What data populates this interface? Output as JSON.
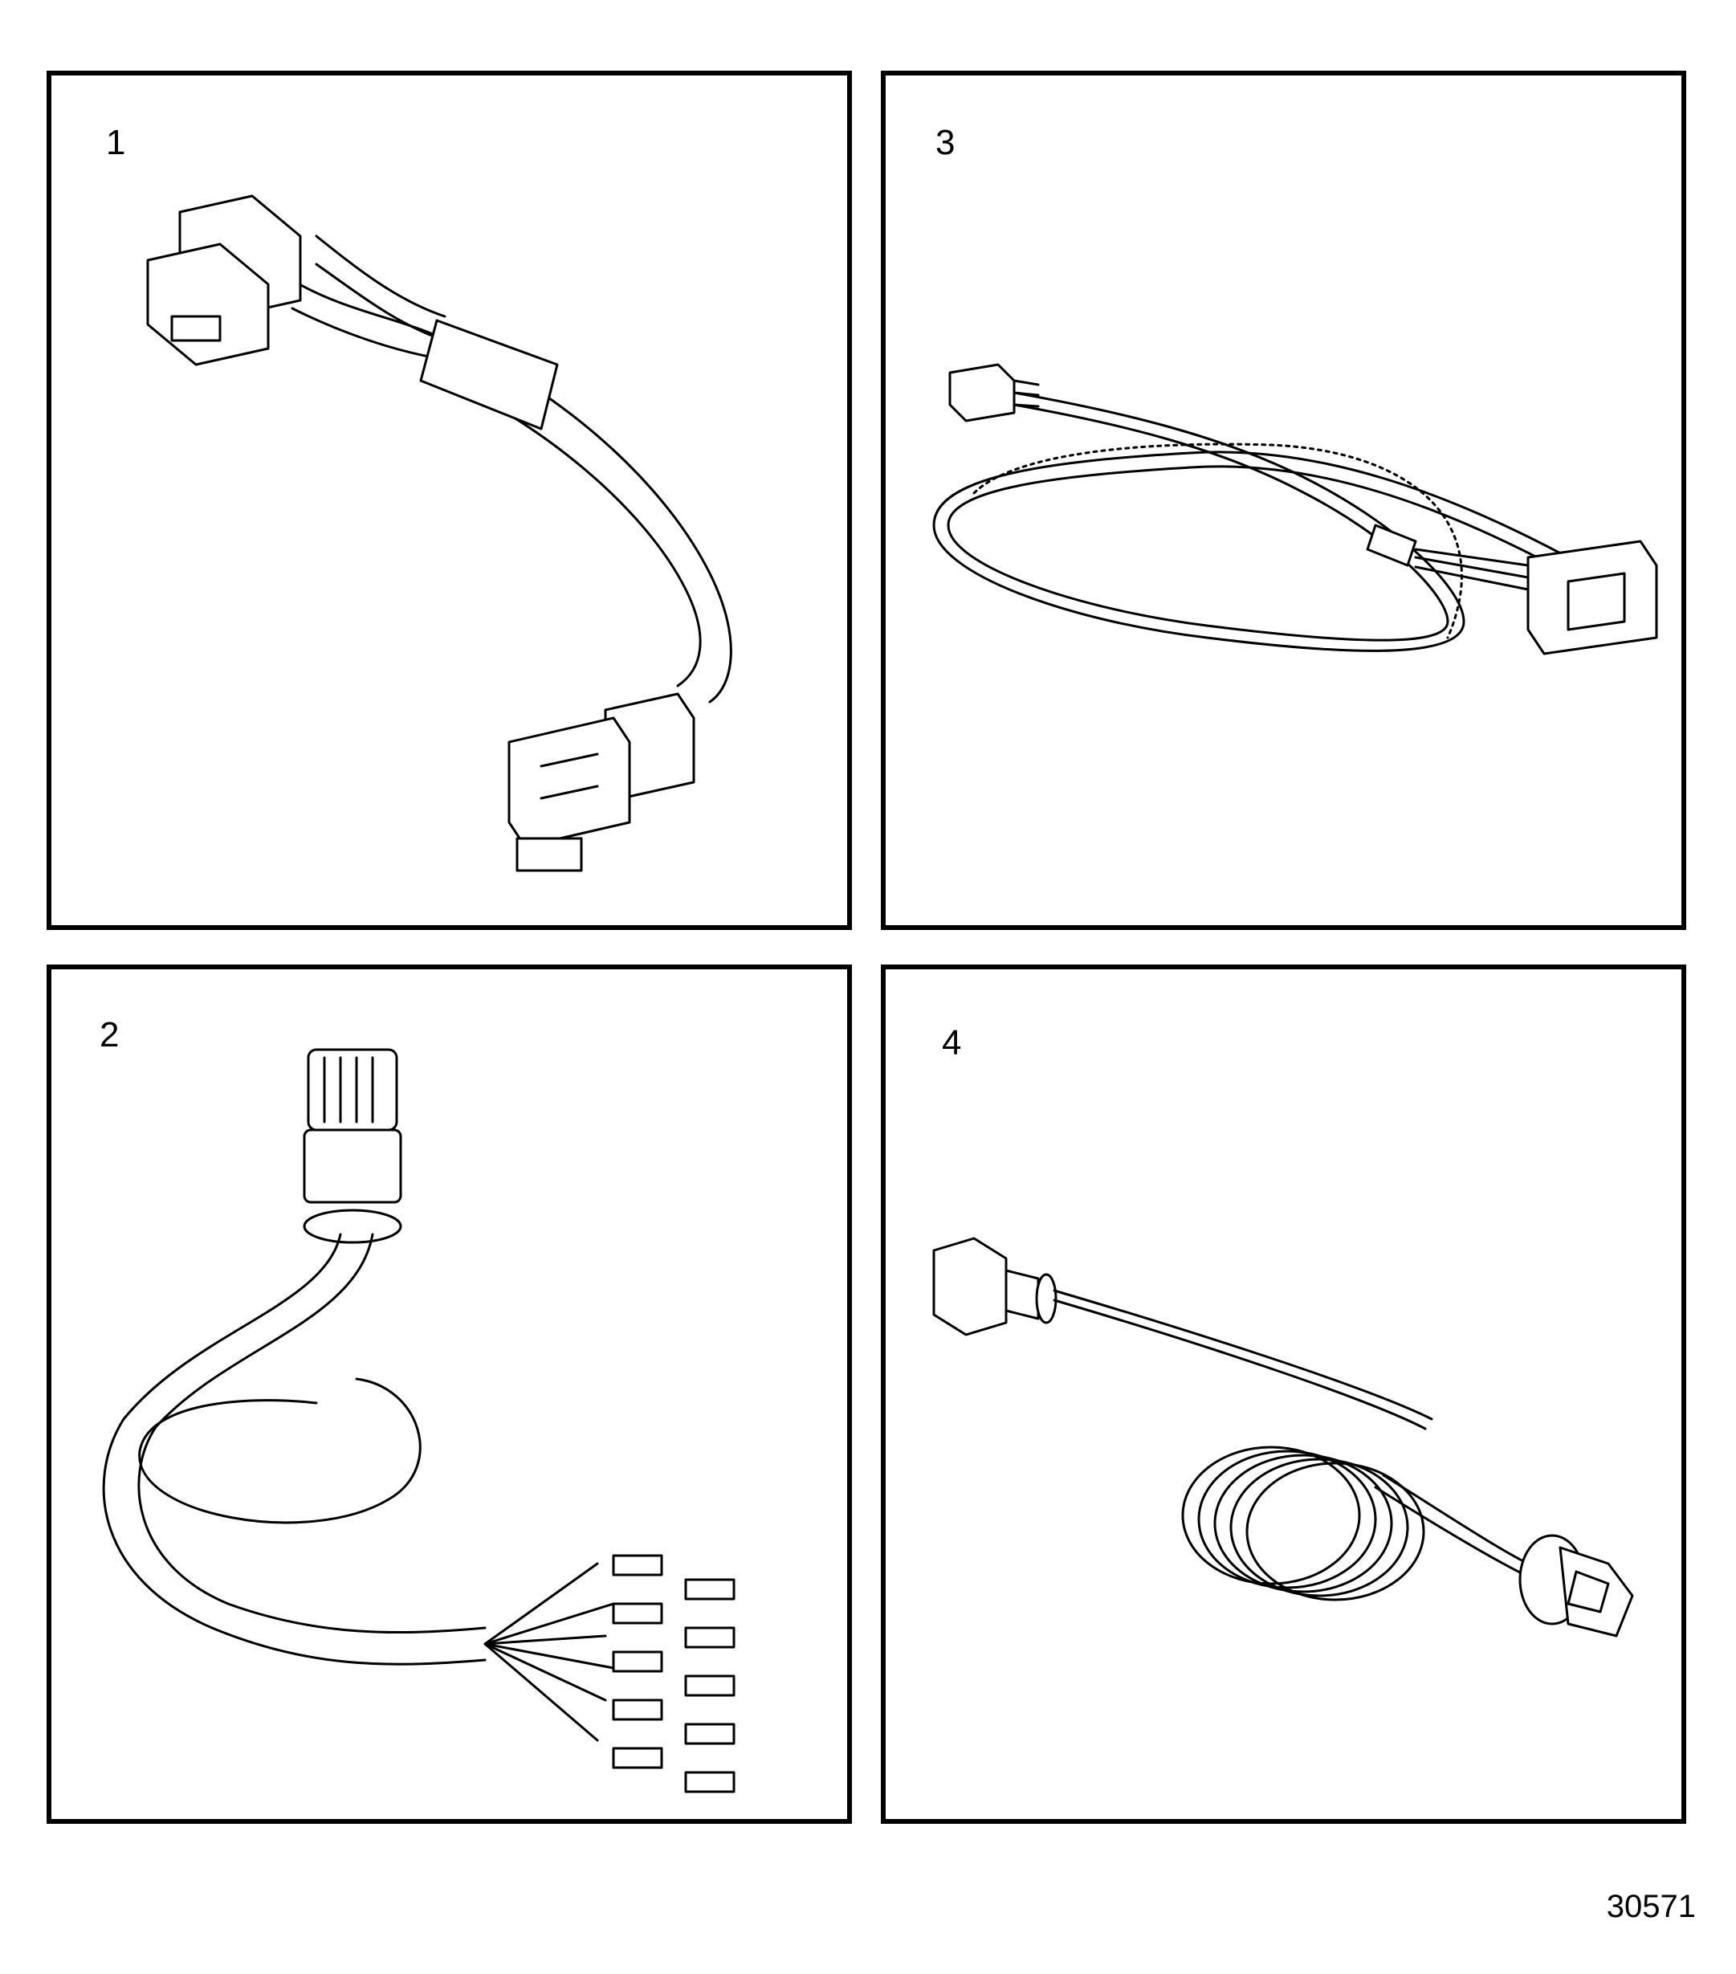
{
  "panels": [
    {
      "number": "1",
      "icon": "y-harness-cable-icon"
    },
    {
      "number": "2",
      "icon": "breakout-harness-cable-icon"
    },
    {
      "number": "3",
      "icon": "braided-harness-cable-icon"
    },
    {
      "number": "4",
      "icon": "coiled-sensor-cable-icon"
    }
  ],
  "figure_id": "30571"
}
